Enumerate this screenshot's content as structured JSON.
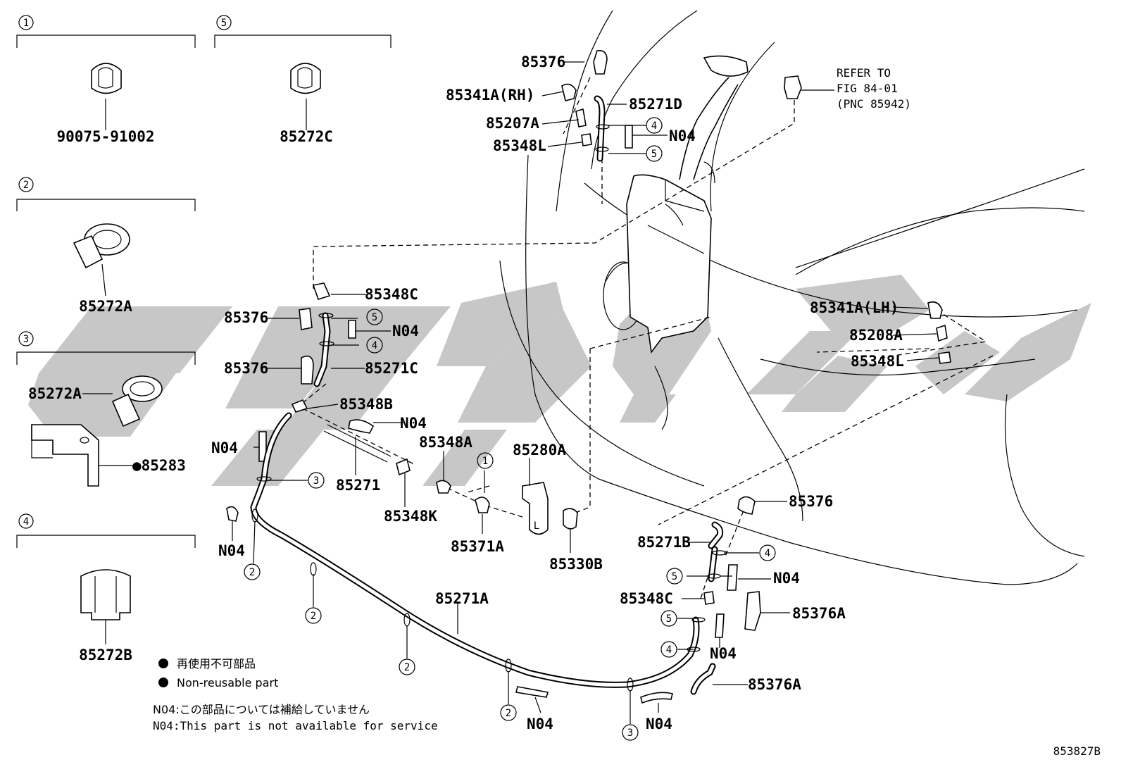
{
  "diagram_id": "853827B",
  "insets": [
    {
      "num": "1",
      "part": "90075-91002"
    },
    {
      "num": "5",
      "part": "85272C"
    },
    {
      "num": "2",
      "part": "85272A"
    },
    {
      "num": "3",
      "part_a": "85272A",
      "part_b": "●85283"
    },
    {
      "num": "4",
      "part": "85272B"
    }
  ],
  "refer": {
    "line1": "REFER TO",
    "line2": "FIG 84-01",
    "line3": "(PNC 85942)"
  },
  "labels": {
    "p85376_top": "85376",
    "p85341a_rh": "85341A(RH)",
    "p85271d": "85271D",
    "p85207a": "85207A",
    "p85348l_top": "85348L",
    "n04_top": "N04",
    "p85348c_left": "85348C",
    "p85376_left1": "85376",
    "n04_left1": "N04",
    "p85376_left2": "85376",
    "p85271c": "85271C",
    "p85348b": "85348B",
    "n04_mid": "N04",
    "n04_left2": "N04",
    "p85271": "85271",
    "p85348a": "85348A",
    "p85280a": "85280A",
    "p85348k": "85348K",
    "p85371a": "85371A",
    "n04_left3": "N04",
    "p85330b": "85330B",
    "p85271a": "85271A",
    "n04_bot1": "N04",
    "n04_bot2": "N04",
    "p85341a_lh": "85341A(LH)",
    "p85208a": "85208A",
    "p85348l_right": "85348L",
    "p85376_right": "85376",
    "p85271b": "85271B",
    "n04_right1": "N04",
    "p85348c_right": "85348C",
    "p85376a_1": "85376A",
    "n04_right2": "N04",
    "p85376a_2": "85376A",
    "pump_l": "L"
  },
  "callouts": {
    "c_top_4": "4",
    "c_top_5": "5",
    "c_left_5": "5",
    "c_left_4": "4",
    "c_mid_1": "1",
    "c_mid_3": "3",
    "c_hose_2a": "2",
    "c_hose_2b": "2",
    "c_hose_2c": "2",
    "c_hose_2d": "2",
    "c_bot_3": "3",
    "c_r_4a": "4",
    "c_r_5a": "5",
    "c_r_5b": "5",
    "c_r_4b": "4"
  },
  "legend": {
    "jp": "再使用不可部品",
    "en": "Non-reusable part",
    "n04_jp": "N04:この部品については補給していません",
    "n04_en": "N04:This part is not available for service"
  },
  "colors": {
    "line": "#000000",
    "watermark": "#bdbdbd",
    "background": "#ffffff"
  }
}
